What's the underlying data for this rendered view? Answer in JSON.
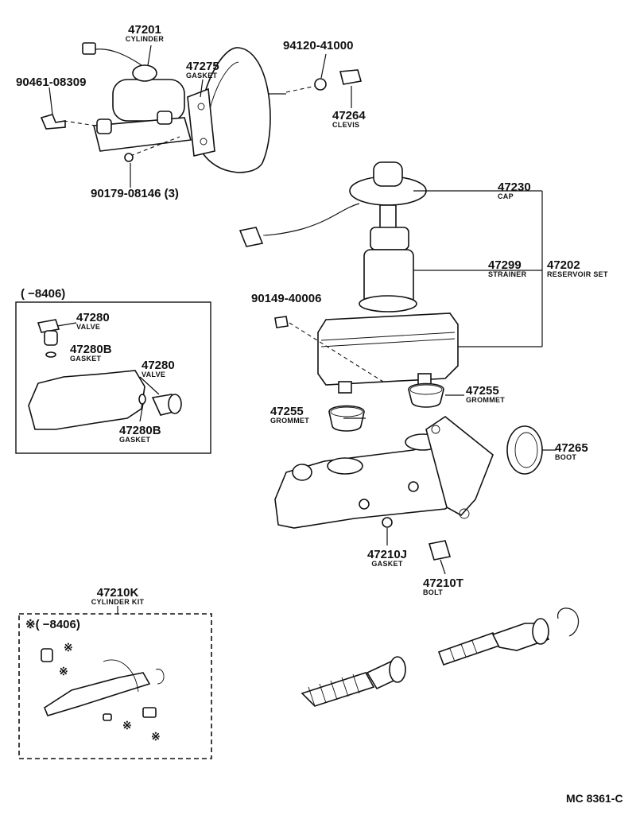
{
  "callouts": {
    "p47201": {
      "number": "47201",
      "name": "CYLINDER"
    },
    "p47275": {
      "number": "47275",
      "name": "GASKET"
    },
    "p94120": {
      "number": "94120-41000"
    },
    "p47264": {
      "number": "47264",
      "name": "CLEVIS"
    },
    "p90461": {
      "number": "90461-08309"
    },
    "p90179": {
      "number": "90179-08146 (3)"
    },
    "p47230": {
      "number": "47230",
      "name": "CAP"
    },
    "p47299": {
      "number": "47299",
      "name": "STRAINER"
    },
    "p47202": {
      "number": "47202",
      "name": "RESERVOIR SET"
    },
    "p90149": {
      "number": "90149-40006"
    },
    "p47255a": {
      "number": "47255",
      "name": "GROMMET"
    },
    "p47255b": {
      "number": "47255",
      "name": "GROMMET"
    },
    "p47265": {
      "number": "47265",
      "name": "BOOT"
    },
    "p47210J": {
      "number": "47210J",
      "name": "GASKET"
    },
    "p47210T": {
      "number": "47210T",
      "name": "BOLT"
    },
    "p47210K": {
      "number": "47210K",
      "name": "CYLINDER KIT"
    }
  },
  "inset_early": {
    "header": "(     −8406)",
    "valve_top": {
      "number": "47280",
      "name": "VALVE"
    },
    "gasket_top": {
      "number": "47280B",
      "name": "GASKET"
    },
    "valve_side": {
      "number": "47280",
      "name": "VALVE"
    },
    "gasket_side": {
      "number": "47280B",
      "name": "GASKET"
    }
  },
  "kit_box": {
    "header": "※(     −8406)",
    "mark": "※"
  },
  "figure_code": "MC 8361-C"
}
